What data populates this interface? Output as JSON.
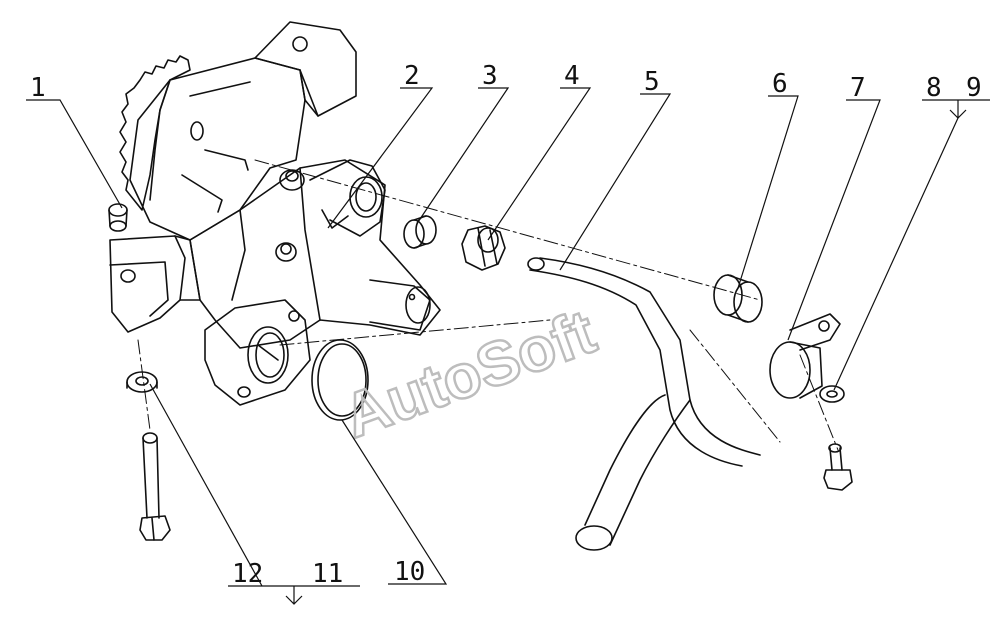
{
  "diagram": {
    "callouts": [
      {
        "id": "1",
        "label": "1"
      },
      {
        "id": "2",
        "label": "2"
      },
      {
        "id": "3",
        "label": "3"
      },
      {
        "id": "4",
        "label": "4"
      },
      {
        "id": "5",
        "label": "5"
      },
      {
        "id": "6",
        "label": "6"
      },
      {
        "id": "7",
        "label": "7"
      },
      {
        "id": "8",
        "label": "8"
      },
      {
        "id": "9",
        "label": "9"
      },
      {
        "id": "10",
        "label": "10"
      },
      {
        "id": "11",
        "label": "11"
      },
      {
        "id": "12",
        "label": "12"
      }
    ],
    "watermark": "AutoSoft"
  },
  "colors": {
    "ink": "#111111",
    "watermark": "#bdbdbd"
  }
}
